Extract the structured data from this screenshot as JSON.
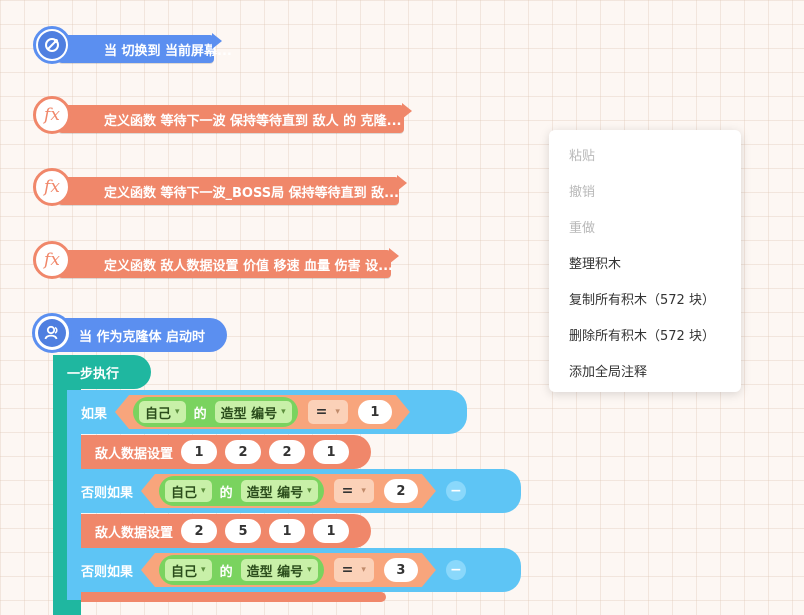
{
  "hats": [
    {
      "text": "当 切换到 当前屏幕...",
      "icon": "satellite-icon",
      "color": "#5b8ff0"
    },
    {
      "text": "定义函数 等待下一波  保持等待直到 敌人 的 克隆...",
      "icon": "fx-icon",
      "color": "#f0876a"
    },
    {
      "text": "定义函数 等待下一波_BOSS局  保持等待直到 敌...",
      "icon": "fx-icon",
      "color": "#f0876a"
    },
    {
      "text": "定义函数 敌人数据设置 价值 移速 血量 伤害   设...",
      "icon": "fx-icon",
      "color": "#f0876a"
    }
  ],
  "fx_glyph": "fx",
  "clone_hat": {
    "text": "当 作为克隆体 启动时"
  },
  "seq": {
    "text": "一步执行"
  },
  "branches": [
    {
      "keyword": "如果",
      "self": "自己",
      "de": "的",
      "prop": "造型 编号",
      "op": "=",
      "value": "1",
      "stmt": {
        "label": "敌人数据设置",
        "args": [
          "1",
          "2",
          "2",
          "1"
        ]
      }
    },
    {
      "keyword": "否则如果",
      "self": "自己",
      "de": "的",
      "prop": "造型 编号",
      "op": "=",
      "value": "2",
      "stmt": {
        "label": "敌人数据设置",
        "args": [
          "2",
          "5",
          "1",
          "1"
        ]
      }
    },
    {
      "keyword": "否则如果",
      "self": "自己",
      "de": "的",
      "prop": "造型 编号",
      "op": "=",
      "value": "3"
    }
  ],
  "context_menu": [
    {
      "label": "粘贴",
      "disabled": true
    },
    {
      "label": "撤销",
      "disabled": true
    },
    {
      "label": "重做",
      "disabled": true
    },
    {
      "label": "整理积木",
      "disabled": false
    },
    {
      "label": "复制所有积木（572 块）",
      "disabled": false
    },
    {
      "label": "删除所有积木（572 块）",
      "disabled": false
    },
    {
      "label": "添加全局注释",
      "disabled": false
    }
  ],
  "colors": {
    "event": "#5b8ff0",
    "function": "#f0876a",
    "control": "#1fb7a0",
    "if": "#5ec5f5",
    "sensing": "#7ad35f",
    "operator": "#f8a57c"
  }
}
